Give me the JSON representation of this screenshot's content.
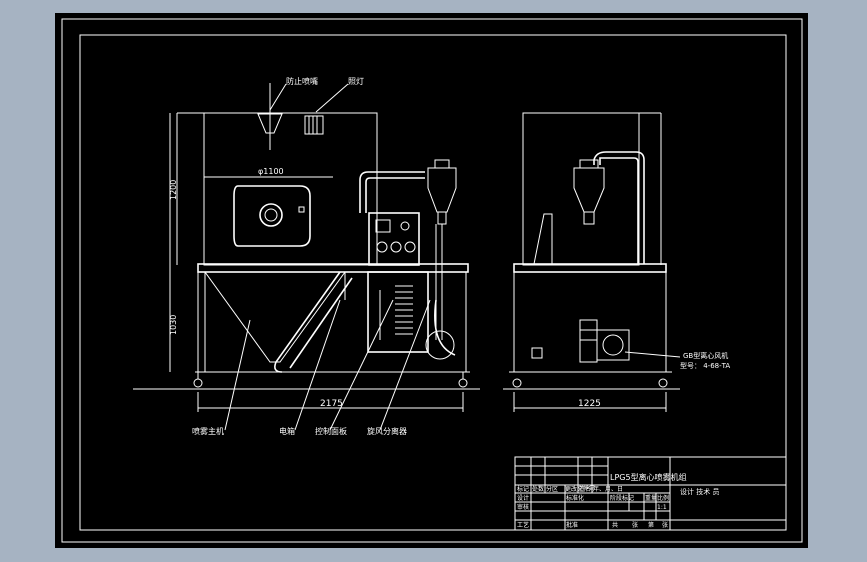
{
  "drawing": {
    "title": "LPG5型离心喷雾机组",
    "colors": {
      "background": "#a6b3c2",
      "sheet": "#000000",
      "lines": "#ffffff"
    }
  },
  "labels": {
    "top_left": "防止喷嘴",
    "top_right": "照灯",
    "diameter": "φ1100",
    "height_upper": "1200",
    "height_lower": "1030",
    "width_front": "2175",
    "width_side": "1225",
    "bottom_1": "喷雾主机",
    "bottom_2": "电箱",
    "bottom_3": "控制面板",
    "bottom_4": "旋风分离器",
    "fan": "GB型离心风机",
    "fan_model": "型号：  4-68-TA"
  },
  "title_block": {
    "name": "LPG5型离心喷雾机组",
    "company": "设计  技术  员",
    "row1": [
      "标记",
      "处数",
      "分区",
      "更改文件号",
      "签名",
      "年、月、日"
    ],
    "row2": [
      "设计",
      "",
      "标准化",
      "",
      "阶段标记",
      "重量",
      "比例"
    ],
    "row3": [
      "审核",
      "",
      "",
      "",
      "",
      "",
      "1:1"
    ],
    "row4": [
      "工艺",
      "",
      "批准",
      "",
      "共",
      "张",
      "第",
      "张"
    ]
  }
}
